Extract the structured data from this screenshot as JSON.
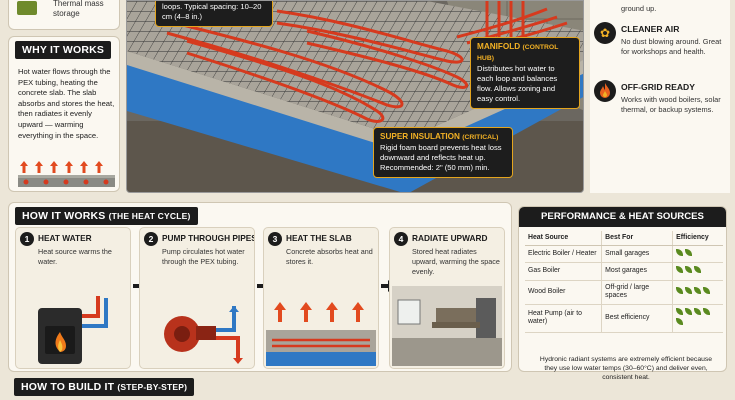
{
  "thermal_fragment": {
    "text": "Thermal mass storage"
  },
  "why": {
    "heading": "WHY IT WORKS",
    "body": "Hot water flows through the PEX tubing, heating the concrete slab. The slab absorbs and stores the heat, then radiates it evenly upward — warming everything in the space."
  },
  "photo_callouts": {
    "loops": {
      "text": "loops. Typical spacing: 10–20 cm (4–8 in.)"
    },
    "manifold": {
      "title": "MANIFOLD",
      "title_note": "(CONTROL HUB)",
      "text": "Distributes hot water to each loop and balances flow. Allows zoning and easy control."
    },
    "insulation": {
      "title": "SUPER INSULATION",
      "title_note": "(CRITICAL)",
      "text": "Rigid foam board prevents heat loss downward and reflects heat up. Recommended: 2\" (50 mm) min."
    }
  },
  "benefits": {
    "top_fragment": "ground up.",
    "items": [
      {
        "icon": "leaf-icon",
        "title": "CLEANER AIR",
        "desc": "No dust blowing around. Great for workshops and health."
      },
      {
        "icon": "flame-icon",
        "title": "OFF-GRID READY",
        "desc": "Works with wood boilers, solar thermal, or backup systems."
      }
    ]
  },
  "cycle": {
    "heading": "HOW IT WORKS",
    "heading_note": "(THE HEAT CYCLE)",
    "steps": [
      {
        "num": "1",
        "title": "HEAT WATER",
        "desc": "Heat source warms the water."
      },
      {
        "num": "2",
        "title": "PUMP THROUGH PIPES",
        "desc": "Pump circulates hot water through the PEX tubing."
      },
      {
        "num": "3",
        "title": "HEAT THE SLAB",
        "desc": "Concrete absorbs heat and stores it."
      },
      {
        "num": "4",
        "title": "RADIATE UPWARD",
        "desc": "Stored heat radiates upward, warming the space evenly."
      }
    ]
  },
  "performance": {
    "heading": "PERFORMANCE & HEAT SOURCES",
    "columns": [
      "Heat Source",
      "Best For",
      "Efficiency"
    ],
    "rows": [
      {
        "source": "Electric Boiler / Heater",
        "best_for": "Small garages",
        "efficiency": 2
      },
      {
        "source": "Gas Boiler",
        "best_for": "Most garages",
        "efficiency": 3
      },
      {
        "source": "Wood Boiler",
        "best_for": "Off-grid / large spaces",
        "efficiency": 4
      },
      {
        "source": "Heat Pump (air to water)",
        "best_for": "Best efficiency",
        "efficiency": 5
      }
    ],
    "note": "Hydronic radiant systems are extremely efficient because they use low water temps (30–60°C) and deliver even, consistent heat."
  },
  "build": {
    "heading": "HOW TO BUILD IT",
    "heading_note": "(STEP-BY-STEP)"
  },
  "colors": {
    "accent": "#f2b125",
    "pipe": "#d63a1e",
    "insulation": "#2f78c4",
    "dark": "#1c1c1c"
  }
}
